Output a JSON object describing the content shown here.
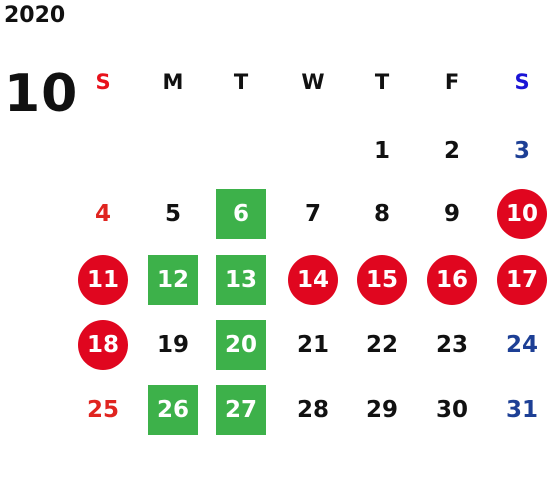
{
  "calendar": {
    "year": "2020",
    "month": "10",
    "weekdays": [
      {
        "label": "S",
        "color": "#e8111b"
      },
      {
        "label": "M",
        "color": "#111111"
      },
      {
        "label": "T",
        "color": "#111111"
      },
      {
        "label": "W",
        "color": "#111111"
      },
      {
        "label": "T",
        "color": "#111111"
      },
      {
        "label": "F",
        "color": "#111111"
      },
      {
        "label": "S",
        "color": "#1a14d6"
      }
    ],
    "first_weekday_index": 4,
    "days_in_month": 31,
    "colors": {
      "sunday_text": "#e0241f",
      "saturday_text": "#1d3f95",
      "weekday_text": "#111111",
      "holiday_circle": "#e0061f",
      "green_box": "#3db14a"
    },
    "red_circle_days": [
      10,
      11,
      14,
      15,
      16,
      17,
      18
    ],
    "green_box_days": [
      6,
      12,
      13,
      20,
      26,
      27
    ]
  }
}
